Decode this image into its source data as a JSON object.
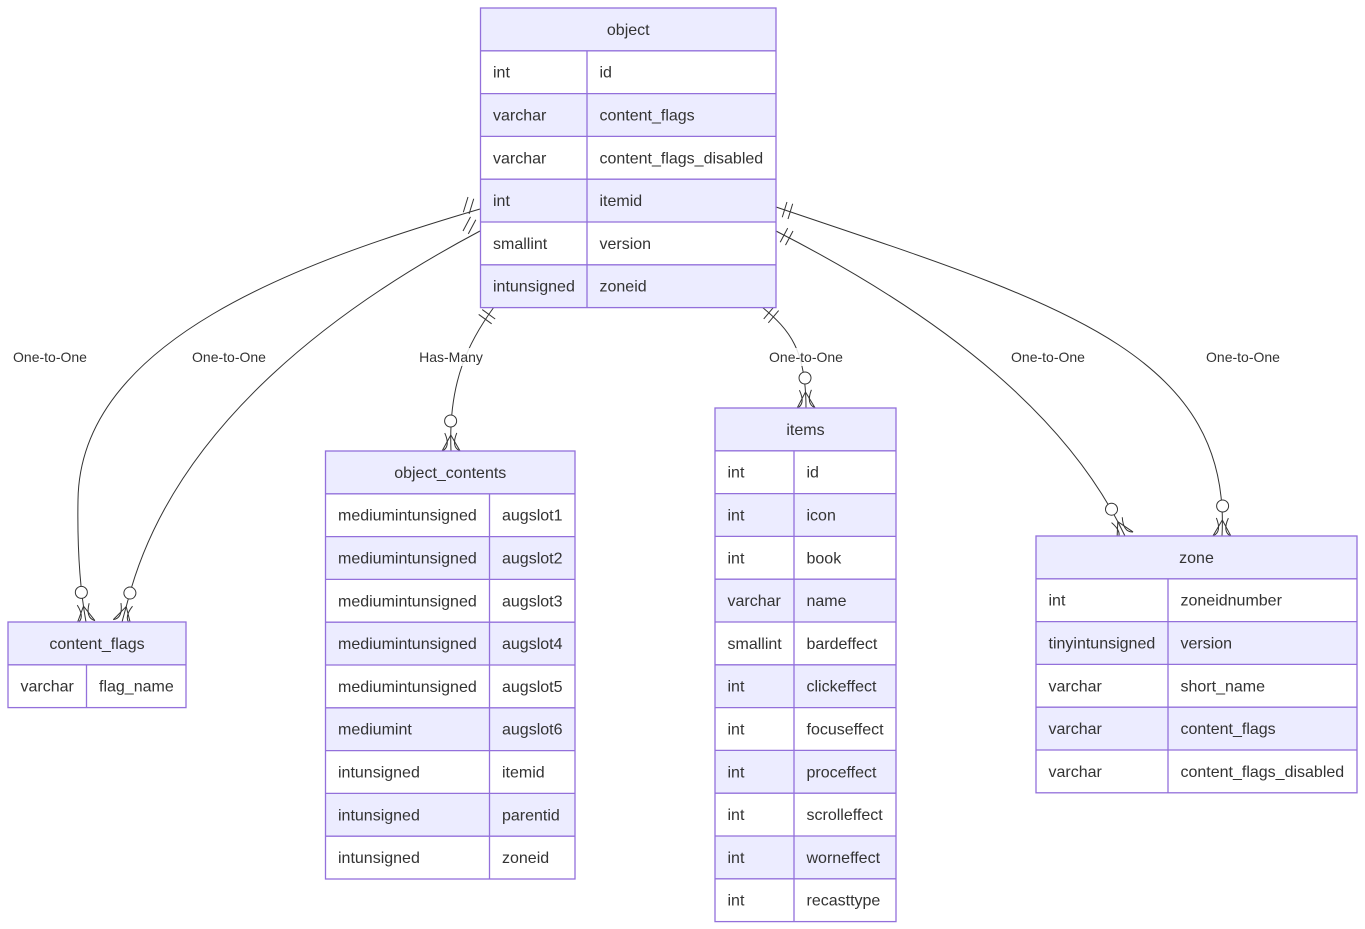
{
  "colors": {
    "entity_border": "#9370db",
    "entity_header_fill": "#ececff",
    "row_alt_fill": "#ececff",
    "row_fill": "#ffffff",
    "line": "#333333",
    "text": "#333333"
  },
  "entities": {
    "object": {
      "name": "object",
      "attributes": [
        {
          "type": "int",
          "name": "id"
        },
        {
          "type": "varchar",
          "name": "content_flags"
        },
        {
          "type": "varchar",
          "name": "content_flags_disabled"
        },
        {
          "type": "int",
          "name": "itemid"
        },
        {
          "type": "smallint",
          "name": "version"
        },
        {
          "type": "intunsigned",
          "name": "zoneid"
        }
      ]
    },
    "content_flags": {
      "name": "content_flags",
      "attributes": [
        {
          "type": "varchar",
          "name": "flag_name"
        }
      ]
    },
    "object_contents": {
      "name": "object_contents",
      "attributes": [
        {
          "type": "mediumintunsigned",
          "name": "augslot1"
        },
        {
          "type": "mediumintunsigned",
          "name": "augslot2"
        },
        {
          "type": "mediumintunsigned",
          "name": "augslot3"
        },
        {
          "type": "mediumintunsigned",
          "name": "augslot4"
        },
        {
          "type": "mediumintunsigned",
          "name": "augslot5"
        },
        {
          "type": "mediumint",
          "name": "augslot6"
        },
        {
          "type": "intunsigned",
          "name": "itemid"
        },
        {
          "type": "intunsigned",
          "name": "parentid"
        },
        {
          "type": "intunsigned",
          "name": "zoneid"
        }
      ]
    },
    "items": {
      "name": "items",
      "attributes": [
        {
          "type": "int",
          "name": "id"
        },
        {
          "type": "int",
          "name": "icon"
        },
        {
          "type": "int",
          "name": "book"
        },
        {
          "type": "varchar",
          "name": "name"
        },
        {
          "type": "smallint",
          "name": "bardeffect"
        },
        {
          "type": "int",
          "name": "clickeffect"
        },
        {
          "type": "int",
          "name": "focuseffect"
        },
        {
          "type": "int",
          "name": "proceffect"
        },
        {
          "type": "int",
          "name": "scrolleffect"
        },
        {
          "type": "int",
          "name": "worneffect"
        },
        {
          "type": "int",
          "name": "recasttype"
        }
      ]
    },
    "zone": {
      "name": "zone",
      "attributes": [
        {
          "type": "int",
          "name": "zoneidnumber"
        },
        {
          "type": "tinyintunsigned",
          "name": "version"
        },
        {
          "type": "varchar",
          "name": "short_name"
        },
        {
          "type": "varchar",
          "name": "content_flags"
        },
        {
          "type": "varchar",
          "name": "content_flags_disabled"
        }
      ]
    }
  },
  "relationships": [
    {
      "id": "rel1",
      "from": "object",
      "to": "content_flags",
      "label": "One-to-One"
    },
    {
      "id": "rel2",
      "from": "object",
      "to": "content_flags",
      "label": "One-to-One"
    },
    {
      "id": "rel3",
      "from": "object",
      "to": "object_contents",
      "label": "Has-Many"
    },
    {
      "id": "rel4",
      "from": "object",
      "to": "items",
      "label": "One-to-One"
    },
    {
      "id": "rel5",
      "from": "object",
      "to": "zone",
      "label": "One-to-One"
    },
    {
      "id": "rel6",
      "from": "object",
      "to": "zone",
      "label": "One-to-One"
    }
  ]
}
